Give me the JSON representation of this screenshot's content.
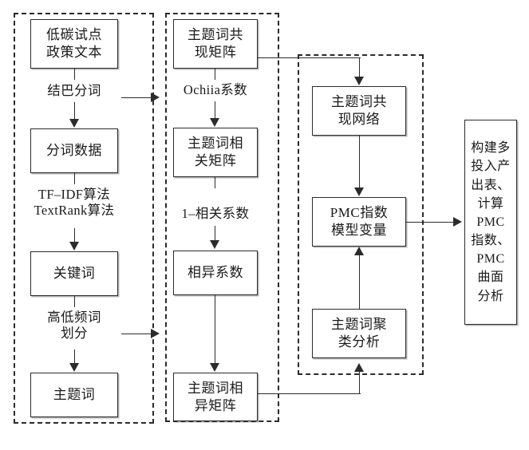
{
  "diagram": {
    "type": "flowchart",
    "title": "",
    "groups": [
      {
        "id": "g1",
        "name": "text-preprocessing-group"
      },
      {
        "id": "g2",
        "name": "matrix-computation-group"
      },
      {
        "id": "g3",
        "name": "pmc-variable-group"
      }
    ],
    "nodes": {
      "policy_text": "低碳试点\n政策文本",
      "segmented_data": "分词数据",
      "keywords": "关键词",
      "topic_words": "主题词",
      "cooccurrence_matrix": "主题词共\n现矩阵",
      "correlation_matrix": "主题词相\n关矩阵",
      "dissimilarity_coef": "相异系数",
      "dissimilarity_matrix": "主题词相\n异矩阵",
      "cooccurrence_network": "主题词共\n现网络",
      "pmc_model_variables": "PMC指数\n模型变量",
      "cluster_analysis": "主题词聚\n类分析",
      "final_output": "构建多\n投入产\n出表、\n计算\nPMC\n指数、\nPMC\n曲面\n分析"
    },
    "edge_labels": {
      "jieba": "结巴分词",
      "tfidf_textrank": "TF–IDF算法\nTextRank算法",
      "freq_split": "高低频词\n划分",
      "ochiia": "Ochiia系数",
      "one_minus_corr": "1–相关系数"
    },
    "colors": {
      "stroke": "#2b2b2b",
      "text": "#1a1a1a",
      "background": "#ffffff"
    }
  }
}
